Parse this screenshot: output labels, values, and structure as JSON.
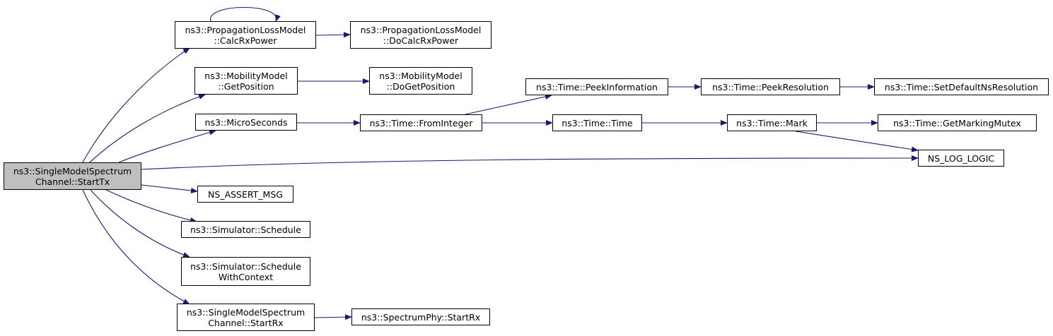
{
  "colors": {
    "edge": "#191970",
    "node_border": "#000000",
    "root_fill": "#bfbfbf",
    "node_fill": "#ffffff"
  },
  "nodes": {
    "start_tx": [
      "ns3::SingleModelSpectrum",
      "Channel::StartTx"
    ],
    "calc_rx_power": [
      "ns3::PropagationLossModel",
      "::CalcRxPower"
    ],
    "do_calc_rx_power": [
      "ns3::PropagationLossModel",
      "::DoCalcRxPower"
    ],
    "get_position": [
      "ns3::MobilityModel",
      "::GetPosition"
    ],
    "do_get_position": [
      "ns3::MobilityModel",
      "::DoGetPosition"
    ],
    "micro_seconds": [
      "ns3::MicroSeconds"
    ],
    "from_integer": [
      "ns3::Time::FromInteger"
    ],
    "peek_information": [
      "ns3::Time::PeekInformation"
    ],
    "peek_resolution": [
      "ns3::Time::PeekResolution"
    ],
    "set_default_ns_resolution": [
      "ns3::Time::SetDefaultNsResolution"
    ],
    "time_time": [
      "ns3::Time::Time"
    ],
    "time_mark": [
      "ns3::Time::Mark"
    ],
    "get_marking_mutex": [
      "ns3::Time::GetMarkingMutex"
    ],
    "ns_log_logic": [
      "NS_LOG_LOGIC"
    ],
    "ns_assert_msg": [
      "NS_ASSERT_MSG"
    ],
    "simulator_schedule": [
      "ns3::Simulator::Schedule"
    ],
    "schedule_with_context": [
      "ns3::Simulator::Schedule",
      "WithContext"
    ],
    "start_rx_channel": [
      "ns3::SingleModelSpectrum",
      "Channel::StartRx"
    ],
    "spectrum_phy_start_rx": [
      "ns3::SpectrumPhy::StartRx"
    ]
  },
  "edges": [
    [
      "start_tx",
      "calc_rx_power"
    ],
    [
      "calc_rx_power",
      "calc_rx_power"
    ],
    [
      "calc_rx_power",
      "do_calc_rx_power"
    ],
    [
      "start_tx",
      "get_position"
    ],
    [
      "get_position",
      "do_get_position"
    ],
    [
      "start_tx",
      "micro_seconds"
    ],
    [
      "micro_seconds",
      "from_integer"
    ],
    [
      "from_integer",
      "peek_information"
    ],
    [
      "peek_information",
      "peek_resolution"
    ],
    [
      "peek_resolution",
      "set_default_ns_resolution"
    ],
    [
      "from_integer",
      "time_time"
    ],
    [
      "time_time",
      "time_mark"
    ],
    [
      "time_mark",
      "get_marking_mutex"
    ],
    [
      "time_mark",
      "ns_log_logic"
    ],
    [
      "start_tx",
      "ns_log_logic"
    ],
    [
      "start_tx",
      "ns_assert_msg"
    ],
    [
      "start_tx",
      "simulator_schedule"
    ],
    [
      "start_tx",
      "schedule_with_context"
    ],
    [
      "start_tx",
      "start_rx_channel"
    ],
    [
      "start_rx_channel",
      "spectrum_phy_start_rx"
    ]
  ]
}
